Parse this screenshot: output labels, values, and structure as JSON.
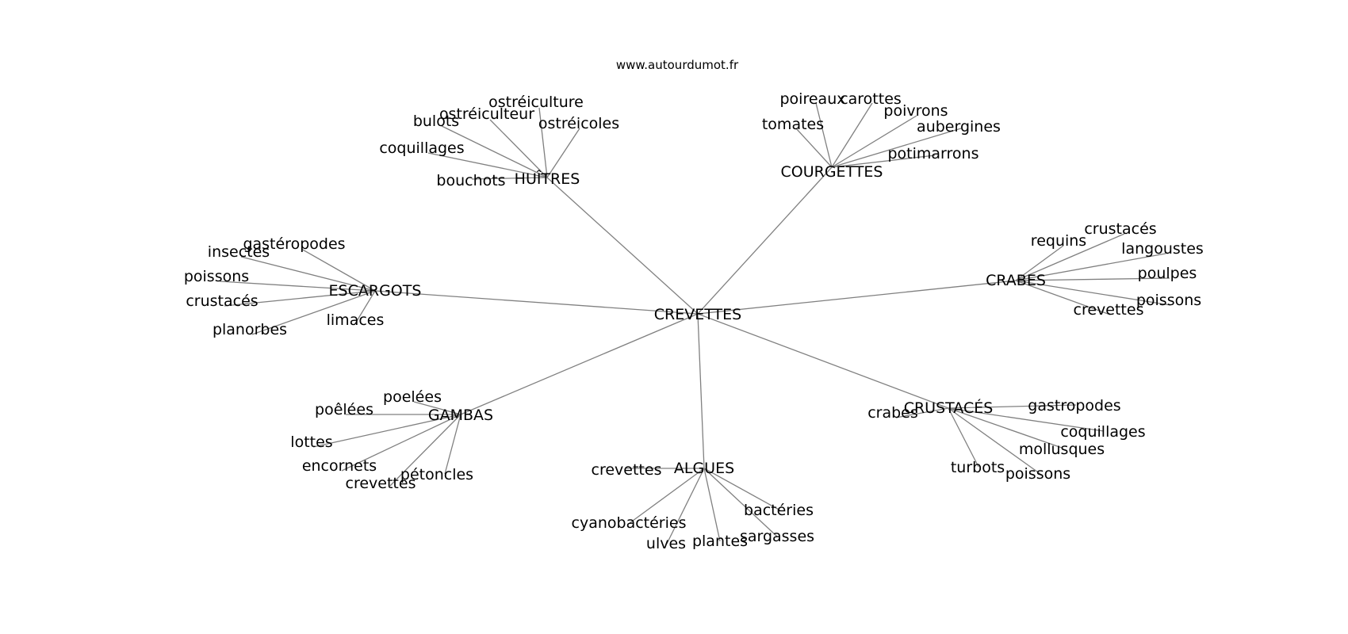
{
  "source": "www.autourdumot.fr",
  "colors": {
    "edge": "#808080",
    "text": "#000000",
    "background": "#ffffff"
  },
  "center": "CREVETTES",
  "clusters": [
    {
      "id": "huitres",
      "label": "HUÎTRES",
      "words": [
        "ostréiculture",
        "ostréiculteur",
        "bulots",
        "ostréicoles",
        "coquillages",
        "bouchots"
      ]
    },
    {
      "id": "courgettes",
      "label": "COURGETTES",
      "words": [
        "poireaux",
        "carottes",
        "poivrons",
        "tomates",
        "aubergines",
        "potimarrons"
      ]
    },
    {
      "id": "escargots",
      "label": "ESCARGOTS",
      "words": [
        "gastéropodes",
        "insectes",
        "poissons",
        "crustacés",
        "planorbes",
        "limaces"
      ]
    },
    {
      "id": "crabes",
      "label": "CRABES",
      "words": [
        "crustacés",
        "requins",
        "langoustes",
        "poulpes",
        "poissons",
        "crevettes"
      ]
    },
    {
      "id": "gambas",
      "label": "GAMBAS",
      "words": [
        "poelées",
        "poêlées",
        "lottes",
        "encornets",
        "crevettes",
        "pétoncles"
      ]
    },
    {
      "id": "algues",
      "label": "ALGUES",
      "words": [
        "crevettes",
        "cyanobactéries",
        "ulves",
        "plantes",
        "sargasses",
        "bactéries"
      ]
    },
    {
      "id": "crustaces",
      "label": "CRUSTACÉS",
      "words": [
        "crabes",
        "gastropodes",
        "coquillages",
        "mollusques",
        "turbots",
        "poissons"
      ]
    }
  ]
}
